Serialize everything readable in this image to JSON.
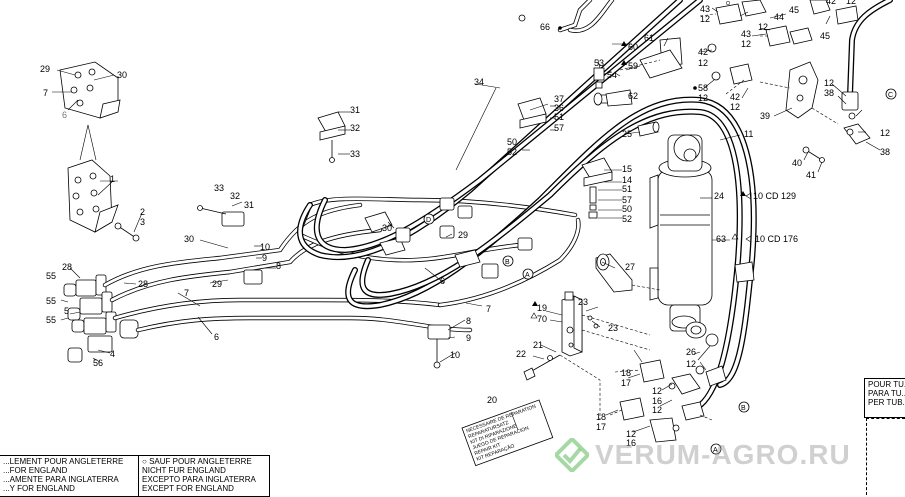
{
  "labels": {
    "l1": "1",
    "l2": "2",
    "l3": "3",
    "l4": "4",
    "l5": "5",
    "l6": "6",
    "l6b": "6",
    "l6c": "6",
    "l6d": "6",
    "l7": "7",
    "l7b": "7",
    "l7c": "7",
    "l8": "8",
    "l8b": "8",
    "l9": "9",
    "l9b": "9",
    "l10": "10",
    "l10b": "10",
    "l11": "11",
    "l12a": "12",
    "l12b": "12",
    "l12c": "12",
    "l12d": "12",
    "l12e": "12",
    "l12f": "12",
    "l12g": "12",
    "l12h": "12",
    "l12i": "12",
    "l12j": "12",
    "l12k": "12",
    "l12l": "12",
    "l12m": "12",
    "l12n": "12",
    "l14": "14",
    "l15": "15",
    "l16a": "16",
    "l16b": "16",
    "l17a": "17",
    "l17b": "17",
    "l18a": "18",
    "l18b": "18",
    "l19": "19",
    "l20": "20",
    "l21": "21",
    "l22": "22",
    "l23a": "23",
    "l23b": "23",
    "l24": "24",
    "l25": "25",
    "l26": "26",
    "l27": "27",
    "l28a": "28",
    "l28b": "28",
    "l29a": "29",
    "l29b": "29",
    "l29c": "29",
    "l30a": "30",
    "l30b": "30",
    "l30c": "30",
    "l31a": "31",
    "l31b": "31",
    "l32a": "32",
    "l32b": "32",
    "l33a": "33",
    "l33b": "33",
    "l34": "34",
    "l36": "36",
    "l37": "37",
    "l38a": "38",
    "l38b": "38",
    "l39": "39",
    "l40": "40",
    "l41": "41",
    "l42a": "42",
    "l42b": "42",
    "l42c": "42",
    "l43a": "43",
    "l43b": "43",
    "l44": "44",
    "l45a": "45",
    "l45b": "45",
    "l50a": "50",
    "l50b": "50",
    "l51a": "51",
    "l51b": "51",
    "l52a": "52",
    "l52b": "52",
    "l53": "53",
    "l54": "54",
    "l55a": "55",
    "l55b": "55",
    "l55c": "55",
    "l56": "56",
    "l57a": "57",
    "l57b": "57",
    "l58": "58",
    "l59": "59",
    "l60": "60",
    "l61": "61",
    "l62": "62",
    "l63": "63",
    "l66": "66",
    "l70": "70",
    "cyl24": "10 CD 129",
    "cyl63": "10 CD 176",
    "circA": "A",
    "circB": "B",
    "circC": "C",
    "circD": "D"
  },
  "repair_kit_text": [
    "NECESSAIRE DE REPARATION",
    "REPARATURSATZ",
    "KIT DI RIPARAZIONE",
    "JUEGO DE REPARACION",
    "REPAIR KIT",
    "KIT REPARAÇÃO"
  ],
  "notes": {
    "note_left": [
      "...LEMENT POUR ANGLETERRE",
      "...FOR ENGLAND",
      "...AMENTE PARA INGLATERRA",
      "...Y FOR ENGLAND"
    ],
    "note_mid": [
      "SAUF POUR ANGLETERRE",
      "NICHT FUR ENGLAND",
      "EXCEPTO PARA INGLATERRA",
      "EXCEPT FOR ENGLAND"
    ],
    "note_right": [
      "POUR TU...",
      "PARA TU...",
      "PER TUB..."
    ]
  },
  "watermark": "VERUM-AGRO.RU",
  "colors": {
    "line": "#000000",
    "background": "#ffffff",
    "watermark_logo": "#5cb85c",
    "watermark_text": "#9a9a9a"
  }
}
